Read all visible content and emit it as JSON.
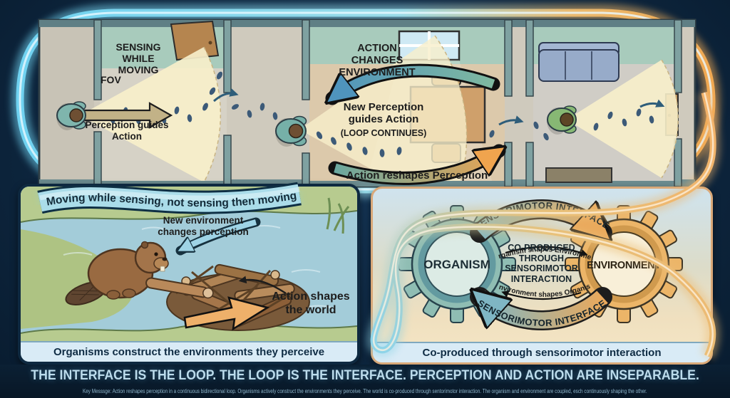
{
  "top_scene": {
    "sensing_label": "SENSING WHILE MOVING",
    "fov_label": "FOV",
    "perception_guides": "Perception guides Action",
    "action_changes": "ACTION CHANGES ENVIRONMENT",
    "new_perception": "New Perception guides Action",
    "loop_continues": "(LOOP CONTINUES)",
    "action_reshapes": "Action reshapes Perception"
  },
  "ribbon_banner": {
    "text": "Moving while sensing, not sensing then moving"
  },
  "beaver_panel": {
    "new_env": "New environment changes perception",
    "action_shapes": "Action shapes the world",
    "caption": "Organisms construct the environments they perceive"
  },
  "gear_panel": {
    "top_interface": "SENSORIMOTOR INTERFACE",
    "bottom_interface": "SENSORIMOTOR INTERFACE",
    "organism": "ORGANISM",
    "environment": "ENVIRONMENT",
    "center_text": "CO-PRODUCED THROUGH SENSORIMOTOR INTERACTION",
    "organism_shapes": "Organism shapes Environment",
    "environment_shapes": "Environment shapes Organism",
    "caption": "Co-produced through sensorimotor interaction"
  },
  "footer": {
    "headline": "THE INTERFACE IS THE LOOP. THE LOOP IS THE INTERFACE. PERCEPTION AND ACTION ARE INSEPARABLE.",
    "key_message": "Key Messsge: Action reshapes perception in a continuous bidirectional loop. Organisms actively construct the environments they perceive. The world is co-produced through sentorimotor interaction. The organism and environment are coupled, esch continuously shaping the other."
  },
  "colors": {
    "loop_cyan": "#6fd2f0",
    "loop_orange": "#f0a851",
    "background_navy": "#0e2740",
    "caption_bg": "#d9ebf6",
    "organism_gear": "#8fbdb3",
    "environment_gear": "#ecb568"
  }
}
